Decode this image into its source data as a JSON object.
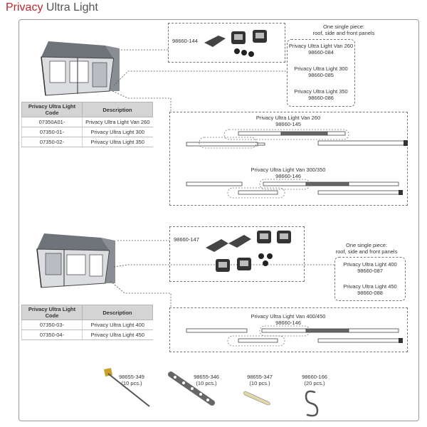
{
  "title": {
    "brand": "Privacy",
    "rest": "Ultra Light"
  },
  "section1": {
    "kit_code": "98660-144",
    "single_piece": "One single piece:\nroof, side and front panels",
    "panels": [
      {
        "name": "Privacy Ultra Light Van 260",
        "code": "98660-084"
      },
      {
        "name": "Privacy Ultra Light 300",
        "code": "98660-085"
      },
      {
        "name": "Privacy Ultra Light 350",
        "code": "98660-086"
      }
    ],
    "table": {
      "col1": "Privacy Ultra Light\nCode",
      "col2": "Description",
      "rows": [
        [
          "07350A01-",
          "Privacy Ultra Light Van 260"
        ],
        [
          "07350-01-",
          "Privacy Ultra Light 300"
        ],
        [
          "07350-02-",
          "Privacy Ultra Light 350"
        ]
      ]
    },
    "poles_a": {
      "name": "Privacy Ultra Light Van 260",
      "code": "98660-145"
    },
    "poles_b": {
      "name": "Privacy Ultra Light Van 300/350",
      "code": "98660-146"
    }
  },
  "section2": {
    "kit_code": "98660-147",
    "single_piece": "One single piece:\nroof, side and front panels",
    "panels": [
      {
        "name": "Privacy Ultra Light 400",
        "code": "98660-087"
      },
      {
        "name": "Privacy Ultra Light 450",
        "code": "98660-088"
      }
    ],
    "table": {
      "col1": "Privacy Ultra Light\nCode",
      "col2": "Description",
      "rows": [
        [
          "07350-03-",
          "Privacy Ultra Light 400"
        ],
        [
          "07350-04-",
          "Privacy Ultra Light 450"
        ]
      ]
    },
    "poles": {
      "name": "Privacy Ultra Light Van 400/450",
      "code": "98660-146"
    }
  },
  "accessories": [
    {
      "code": "98655-349",
      "qty": "(10 pcs.)"
    },
    {
      "code": "98655-346",
      "qty": "(10 pcs.)"
    },
    {
      "code": "98655-347",
      "qty": "(10 pcs.)"
    },
    {
      "code": "98660-166",
      "qty": "(20 pcs.)"
    }
  ]
}
